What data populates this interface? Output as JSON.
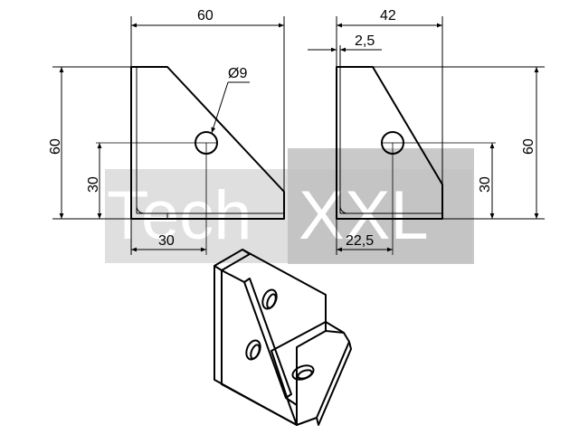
{
  "watermark": {
    "text_left": "Tech",
    "text_right": "XXL",
    "band_color": "#d9d9d9",
    "left_text_color": "#ffffff",
    "right_text_color": "#ffffff",
    "right_box_color": "#bfbfbf"
  },
  "front_view": {
    "width_label": "60",
    "height_label": "60",
    "hole_label": "Ø9",
    "hole_height_label": "30",
    "hole_offset_label": "30"
  },
  "side_view": {
    "depth_label": "42",
    "thickness_label": "2,5",
    "height_label": "60",
    "hole_height_label": "30",
    "hole_offset_label": "22,5"
  },
  "colors": {
    "line": "#000000",
    "background": "#ffffff"
  }
}
